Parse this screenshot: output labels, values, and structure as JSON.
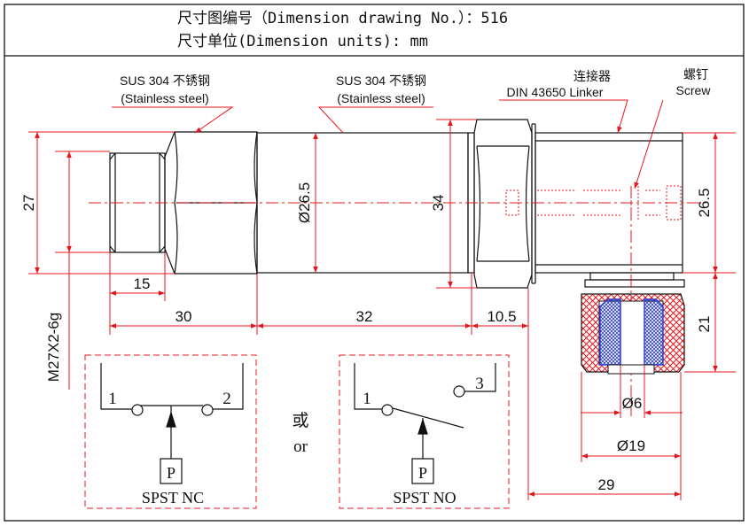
{
  "title_block": {
    "line1": "尺寸图编号（Dimension drawing No.）：516",
    "line2": "尺寸单位(Dimension units): mm"
  },
  "labels": {
    "material_left_cn": "SUS 304 不锈钢",
    "material_left_en": "(Stainless steel)",
    "material_right_cn": "SUS 304 不锈钢",
    "material_right_en": "(Stainless steel)",
    "connector_cn": "连接器",
    "connector_en": "DIN 43650 Linker",
    "screw_cn": "螺钉",
    "screw_en": "Screw"
  },
  "dimensions": {
    "d27": "27",
    "thread": "M27X2-6g",
    "d15": "15",
    "d30": "30",
    "d26_5_body": "Ø26.5",
    "d32": "32",
    "d34": "34",
    "d10_5": "10.5",
    "d26_5_right": "26.5",
    "d21": "21",
    "d6": "Ø6",
    "d19": "Ø19",
    "d29": "29"
  },
  "switches": {
    "nc": {
      "pin1": "1",
      "pin2": "2",
      "pressure": "P",
      "caption": "SPST NC"
    },
    "no": {
      "pin1": "1",
      "pin3": "3",
      "pressure": "P",
      "caption": "SPST NO"
    },
    "or_cn": "或",
    "or_en": "or"
  },
  "colors": {
    "dimension_red": "#e8141b",
    "seal_blue": "#2b3fd6",
    "line": "#111111"
  }
}
